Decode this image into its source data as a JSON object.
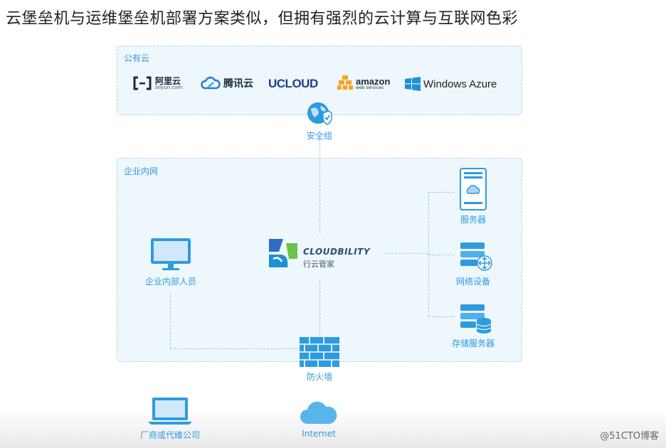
{
  "headline": "云堡垒机与运维堡垒机部署方案类似，但拥有强烈的云计算与互联网色彩",
  "public_cloud": {
    "label": "公有云",
    "vendors": [
      {
        "name": "aliyun",
        "text": "阿里云",
        "subtext": "aliyun.com",
        "icon": "aliyun-logo-icon"
      },
      {
        "name": "tencent",
        "text": "腾讯云",
        "icon": "tencent-cloud-logo-icon"
      },
      {
        "name": "ucloud",
        "text": "UCLOUD",
        "icon": "ucloud-logo"
      },
      {
        "name": "amazon",
        "text": "amazon",
        "subtext": "web services",
        "icon": "aws-logo-icon"
      },
      {
        "name": "azure",
        "text": "Windows Azure",
        "icon": "windows-logo-icon"
      }
    ]
  },
  "security_group": {
    "label": "安全组",
    "icon": "globe-shield-icon"
  },
  "intranet": {
    "label": "企业内网"
  },
  "cloudbility": {
    "brand": "CLOUDBILITY",
    "cn": "行云管家",
    "icon": "cloudbility-logo-icon"
  },
  "internal_staff": {
    "label": "企业内部人员",
    "icon": "monitor-icon"
  },
  "servers": [
    {
      "label": "服务器",
      "icon": "cloud-server-icon"
    },
    {
      "label": "网络设备",
      "icon": "network-device-icon"
    },
    {
      "label": "存储服务器",
      "icon": "storage-server-icon"
    }
  ],
  "firewall": {
    "label": "防火墙",
    "icon": "firewall-icon"
  },
  "vendor_company": {
    "label": "厂商或代维公司",
    "icon": "laptop-icon"
  },
  "internet": {
    "label": "Internet",
    "icon": "cloud-icon"
  },
  "watermark": "@51CTO博客",
  "colors": {
    "accent": "#2e9be0",
    "zone_bg": "#eef7fc",
    "zone_border": "#a9d6f0",
    "line": "#9fc8de"
  }
}
